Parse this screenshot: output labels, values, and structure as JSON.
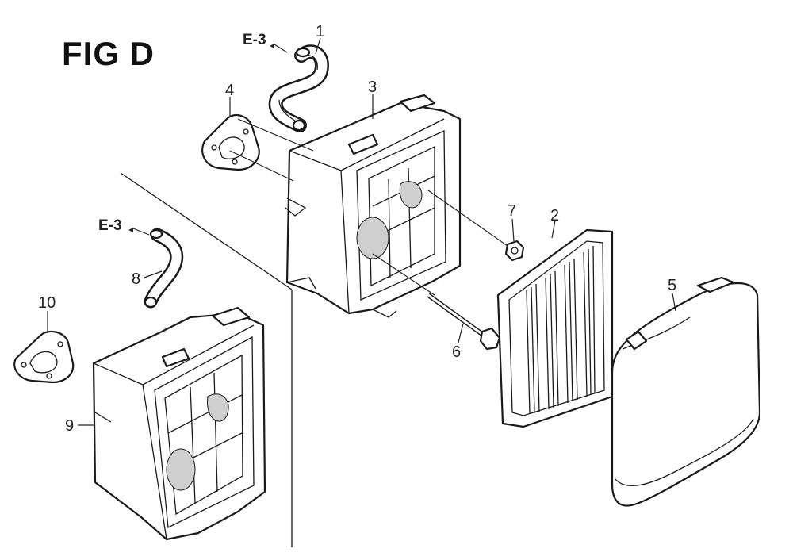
{
  "figure": {
    "title": "FIG D"
  },
  "refs": {
    "hose_top": "E-3",
    "hose_left": "E-3"
  },
  "callouts": {
    "hose_1": "1",
    "element_2": "2",
    "case_3": "3",
    "gasket_4": "4",
    "cover_5": "5",
    "bolt_6": "6",
    "nut_7": "7",
    "hose_8": "8",
    "case_9": "9",
    "gasket_10": "10"
  }
}
